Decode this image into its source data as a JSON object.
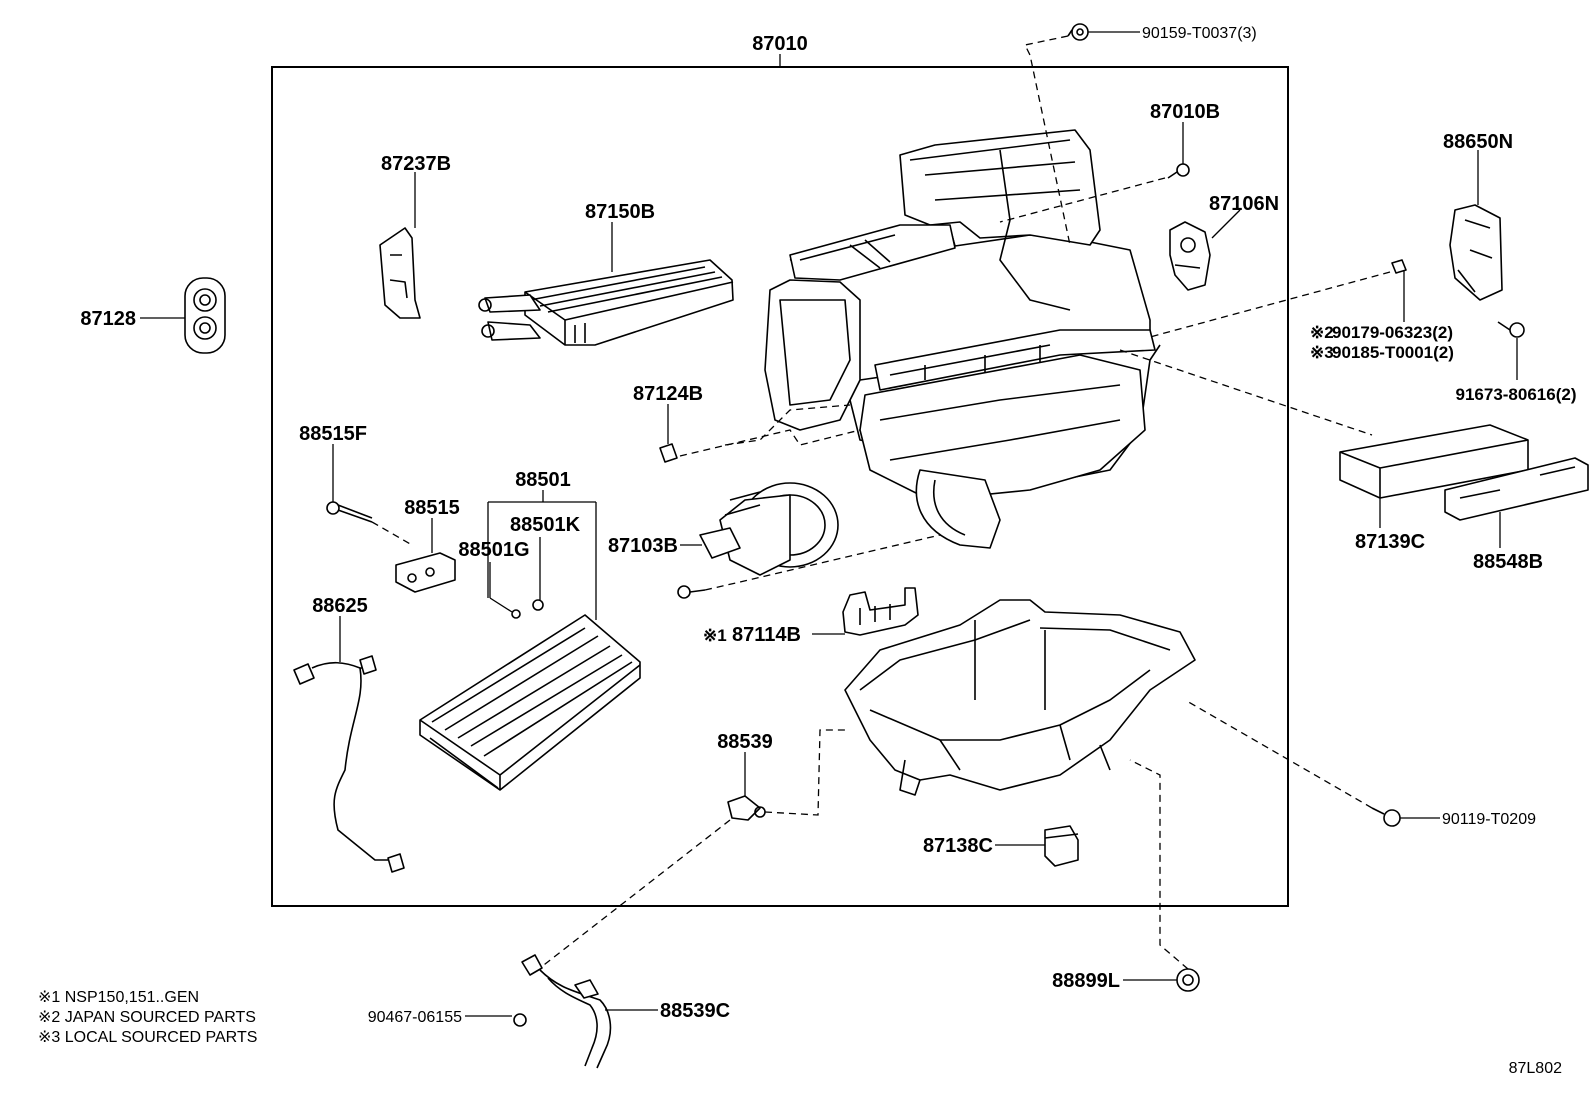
{
  "diagram": {
    "assembly_label": "87010",
    "labels": {
      "p87128": "87128",
      "p87237B": "87237B",
      "p87150B": "87150B",
      "p87010B": "87010B",
      "p87106N": "87106N",
      "p88650N": "88650N",
      "p90159": "90159-T0037(3)",
      "p90179": "90179-06323(2)",
      "p90185": "90185-T0001(2)",
      "p91673": "91673-80616(2)",
      "p87124B": "87124B",
      "p88515F": "88515F",
      "p88515": "88515",
      "p88501": "88501",
      "p88501K": "88501K",
      "p88501G": "88501G",
      "p87103B": "87103B",
      "p87139C": "87139C",
      "p88548B": "88548B",
      "p88625": "88625",
      "p87114B": "87114B",
      "p88539": "88539",
      "p87138C": "87138C",
      "p90119": "90119-T0209",
      "p88899L": "88899L",
      "p90467": "90467-06155",
      "p88539C": "88539C"
    },
    "ref_marks": {
      "m1": "※1",
      "m2": "※2",
      "m3": "※3"
    },
    "notes": [
      "※1 NSP150,151..GEN",
      "※2 JAPAN SOURCED PARTS",
      "※3 LOCAL SOURCED PARTS"
    ],
    "illustration_code": "87L802"
  }
}
